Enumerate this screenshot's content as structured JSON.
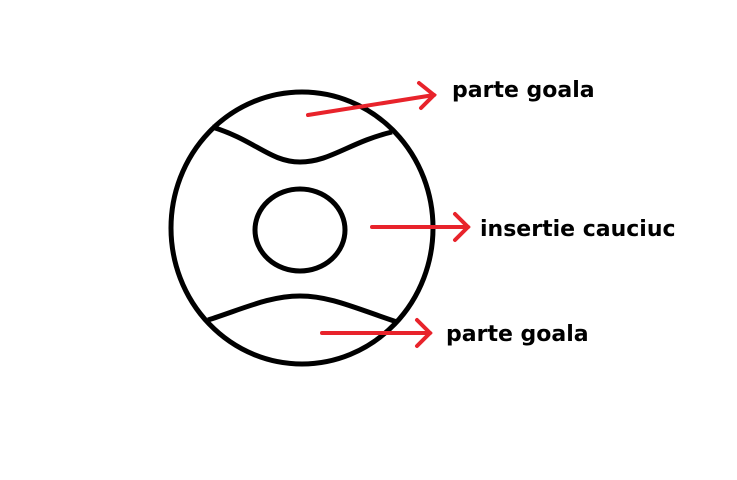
{
  "labels": {
    "top": "parte goala",
    "middle": "insertie cauciuc",
    "bottom": "parte goala"
  },
  "colors": {
    "outline": "#000000",
    "arrow": "#e8232b",
    "background": "#ffffff"
  }
}
